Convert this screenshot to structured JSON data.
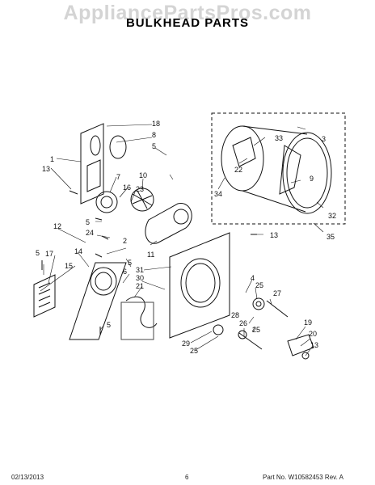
{
  "watermark": "AppliancePartsPros.com",
  "title": "BULKHEAD PARTS",
  "footer": {
    "date": "02/13/2013",
    "page_number": "6",
    "part_no": "Part No. W10582453  Rev. A"
  },
  "callouts": [
    "1",
    "13",
    "18",
    "8",
    "5",
    "7",
    "10",
    "16",
    "23",
    "5",
    "24",
    "12",
    "2",
    "11",
    "5",
    "17",
    "15",
    "14",
    "6",
    "5",
    "31",
    "30",
    "21",
    "5",
    "33",
    "3",
    "22",
    "9",
    "34",
    "32",
    "35",
    "13",
    "4",
    "25",
    "27",
    "28",
    "26",
    "25",
    "29",
    "25",
    "19",
    "20",
    "13"
  ]
}
